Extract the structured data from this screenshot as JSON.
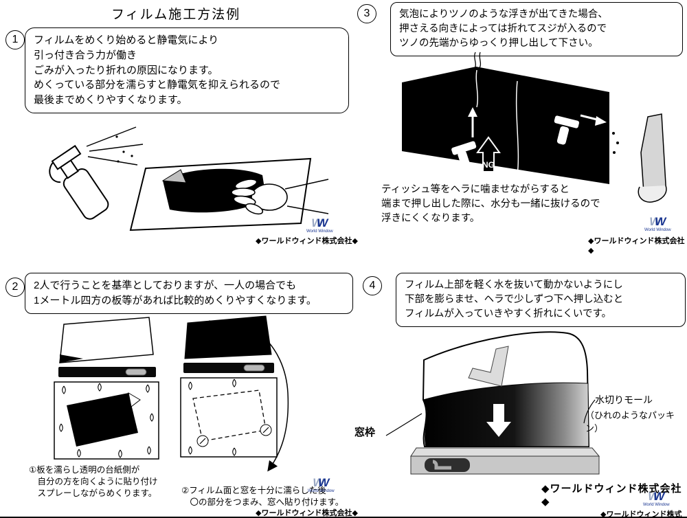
{
  "title": "フィルム施工方法例",
  "company": "◆ワールドウィンド株式会社◆",
  "logo": {
    "w1": "W",
    "w2": "W",
    "caption": "World Window"
  },
  "colors": {
    "logo_blue": "#17338f",
    "logo_gray": "#9aa8c4"
  },
  "steps": {
    "s1": {
      "number": "1",
      "text": "フィルムをめくり始めると静電気により\n引っ付き合う力が働き\nごみが入ったり折れの原因になります。\nめくっている部分を濡らすと静電気を抑えられるので\n最後までめくりやすくなります。"
    },
    "s2": {
      "number": "2",
      "text": "2人で行うことを基準としておりますが、一人の場合でも\n1メートル四方の板等があれば比較的めくりやすくなります。",
      "caption1": "①板を濡らし透明の台紙側が\n　自分の方を向くように貼り付け\n　スプレーしながらめくります。",
      "caption2": "②フィルム面と窓を十分に濡らした後\n　〇の部分をつまみ、窓へ貼り付けます。"
    },
    "s3": {
      "number": "3",
      "text": "気泡によりツノのような浮きが出てきた場合、\n押さえる向きによっては折れてスジが入るので\nツノの先端からゆっくり押し出して下さい。",
      "note": "ティッシュ等をヘラに噛ませながらすると\n端まで押し出した際に、水分も一緒に抜けるので\n浮きにくくなります。",
      "ng_label": "NG"
    },
    "s4": {
      "number": "4",
      "text": "フィルム上部を軽く水を抜いて動かないようにし\n下部を膨らませ、ヘラで少しずつ下へ押し込むと\nフィルムが入っていきやすく折れにくいです。",
      "label_window_frame": "窓枠",
      "label_molding": "水切りモール",
      "label_molding_sub": "（ひれのようなパッキン）"
    }
  }
}
